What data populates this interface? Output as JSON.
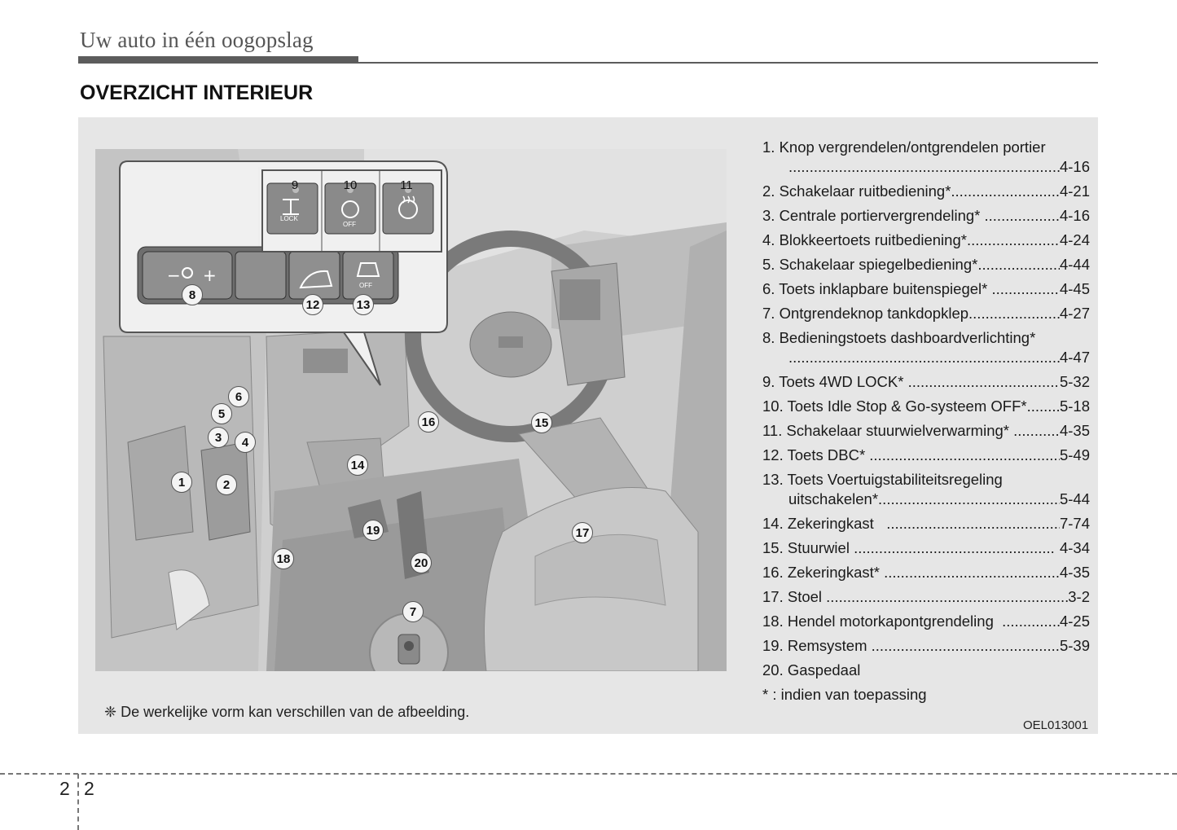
{
  "header": {
    "chapter_title": "Uw auto in één oogopslag"
  },
  "section": {
    "title": "OVERZICHT INTERIEUR"
  },
  "figure": {
    "code": "OEL013001",
    "disclaimer": "❈ De werkelijke vorm kan verschillen van de afbeelding.",
    "inset_labels": {
      "off_label_a": "OFF",
      "off_label_b": "OFF",
      "lock_label": "LOCK"
    },
    "callouts": [
      "1",
      "2",
      "3",
      "4",
      "5",
      "6",
      "7",
      "8",
      "9",
      "10",
      "11",
      "12",
      "13",
      "14",
      "15",
      "16",
      "17",
      "18",
      "19",
      "20"
    ]
  },
  "legend": {
    "items": [
      {
        "line1": "1. Knop vergrendelen/ontgrendelen portier",
        "line2": "",
        "page": "4-16",
        "type": "two-full"
      },
      {
        "text": "2. Schakelaar ruitbediening*",
        "page": "4-21"
      },
      {
        "text": "3. Centrale portiervergrendeling* ",
        "page": "4-16"
      },
      {
        "text": "4. Blokkeertoets ruitbediening*",
        "page": "4-24"
      },
      {
        "text": "5. Schakelaar spiegelbediening*",
        "page": "4-44"
      },
      {
        "text": "6. Toets inklapbare buitenspiegel* ",
        "page": "4-45"
      },
      {
        "text": "7. Ontgrendeknop tankdopklep",
        "page": "4-27"
      },
      {
        "line1": "8. Bedieningstoets dashboardverlichting*",
        "line2": "",
        "page": "4-47",
        "type": "two-full"
      },
      {
        "text": "9. Toets 4WD LOCK* ",
        "page": "5-32"
      },
      {
        "text": "10. Toets Idle Stop & Go-systeem OFF*",
        "page": "5-18"
      },
      {
        "text": "11. Schakelaar stuurwielverwarming* ",
        "page": "4-35"
      },
      {
        "text": "12. Toets DBC* ",
        "page": "5-49"
      },
      {
        "line1": "13. Toets Voertuigstabiliteitsregeling",
        "line2": "uitschakelen*",
        "page": "5-44",
        "type": "two"
      },
      {
        "text": "14. Zekeringkast   ",
        "page": "7-74"
      },
      {
        "text": "15. Stuurwiel ",
        "page": " 4-34"
      },
      {
        "text": "16. Zekeringkast* ",
        "page": "4-35"
      },
      {
        "text": "17. Stoel ",
        "page": "3-2"
      },
      {
        "text": "18. Hendel motorkapontgrendeling  ",
        "page": "4-25"
      },
      {
        "text": "19. Remsystem ",
        "page": "5-39"
      },
      {
        "text": "20. Gaspedaal",
        "page": ""
      }
    ],
    "footnote": "* : indien van toepassing"
  },
  "page_numbers": {
    "chapter": "2",
    "page": "2"
  }
}
